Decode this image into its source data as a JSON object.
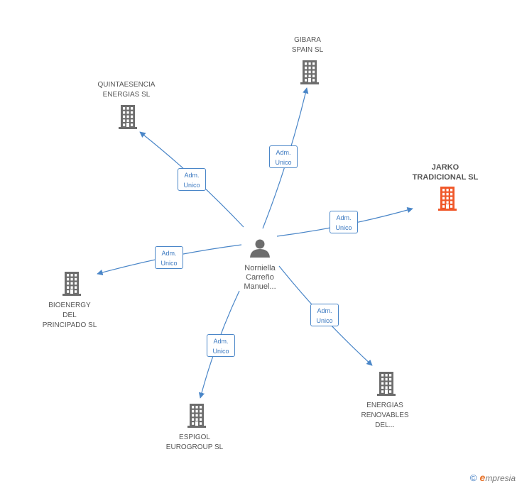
{
  "center": {
    "name_lines": [
      "Norniella",
      "Carreño",
      "Manuel..."
    ],
    "icon": "person-icon"
  },
  "nodes": [
    {
      "id": "gibara",
      "lines": [
        "GIBARA",
        "SPAIN SL"
      ],
      "icon": "building-icon",
      "color": "#6d6d6d",
      "highlight": false,
      "role_lines": [
        "Adm.",
        "Unico"
      ]
    },
    {
      "id": "quintaesencia",
      "lines": [
        "QUINTAESENCIA",
        "ENERGIAS SL"
      ],
      "icon": "building-icon",
      "color": "#6d6d6d",
      "highlight": false,
      "role_lines": [
        "Adm.",
        "Unico"
      ]
    },
    {
      "id": "jarko",
      "lines": [
        "JARKO",
        "TRADICIONAL SL"
      ],
      "icon": "building-icon",
      "color": "#f0582a",
      "highlight": true,
      "role_lines": [
        "Adm.",
        "Unico"
      ]
    },
    {
      "id": "bioenergy",
      "lines": [
        "BIOENERGY",
        "DEL",
        "PRINCIPADO SL"
      ],
      "icon": "building-icon",
      "color": "#6d6d6d",
      "highlight": false,
      "role_lines": [
        "Adm.",
        "Unico"
      ]
    },
    {
      "id": "energias",
      "lines": [
        "ENERGIAS",
        "RENOVABLES",
        "DEL..."
      ],
      "icon": "building-icon",
      "color": "#6d6d6d",
      "highlight": false,
      "role_lines": [
        "Adm.",
        "Unico"
      ]
    },
    {
      "id": "espigol",
      "lines": [
        "ESPIGOL",
        "EUROGROUP SL"
      ],
      "icon": "building-icon",
      "color": "#6d6d6d",
      "highlight": false,
      "role_lines": [
        "Adm.",
        "Unico"
      ]
    }
  ],
  "colors": {
    "edge": "#4a86c8",
    "building": "#6d6d6d",
    "highlight": "#f0582a",
    "person": "#6d6d6d"
  },
  "footer": {
    "copyright": "©",
    "brand_initial": "e",
    "brand_rest": "mpresia"
  }
}
